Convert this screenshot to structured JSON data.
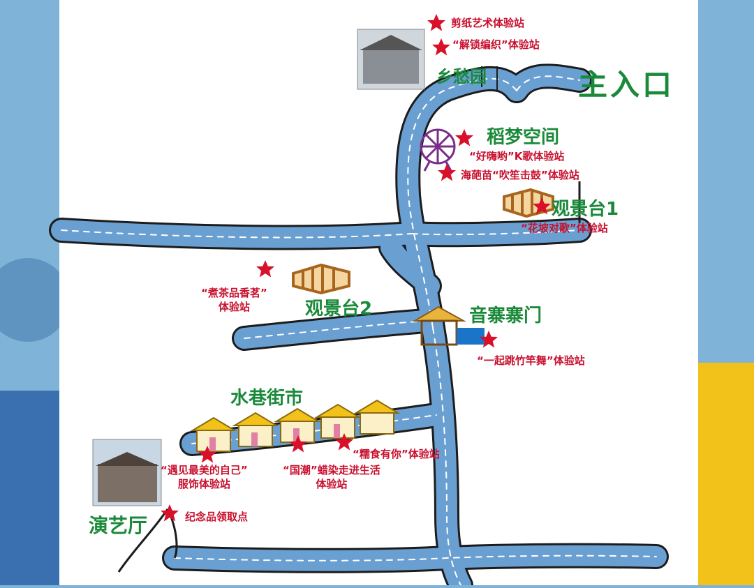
{
  "map": {
    "main_entrance": "主入口",
    "places": {
      "xiangchou": "乡愁园",
      "daomeng": "稻梦空间",
      "guanjing1": "观景台1",
      "guanjing2": "观景台2",
      "yinzhai": "音寨寨门",
      "shuixiang": "水巷街市",
      "yanyi": "演艺厅"
    },
    "stations": {
      "jianzhi": "剪纸艺术体验站",
      "jiesuo": "“解锁编织”体验站",
      "haohaiyo": "“好嗨哟”K歌体验站",
      "haibamiao": "海葩苗“吹笙击鼓”体验站",
      "huapo": "“花坡对歌”体验站",
      "zhucha_1": "“煮茶品香茗”",
      "zhucha_2": "体验站",
      "zhugan": "“一起跳竹竿舞”体验站",
      "nuoshi": "“糯食有你”体验站",
      "yujian_1": "“遇见最美的自己”",
      "yujian_2": "服饰体验站",
      "guochao_1": "“国潮”蜡染走进生活",
      "guochao_2": "体验站",
      "jinianpin": "纪念品领取点"
    },
    "colors": {
      "road": "#6a9fd2",
      "road_outline": "#1c1c1c",
      "lane_dash": "#ffffff",
      "place_label": "#1a8a3a",
      "station_label": "#c8102e",
      "star": "#d8102a",
      "map_bg": "#ffffff",
      "frame_bg": "#7fb3d8"
    }
  }
}
